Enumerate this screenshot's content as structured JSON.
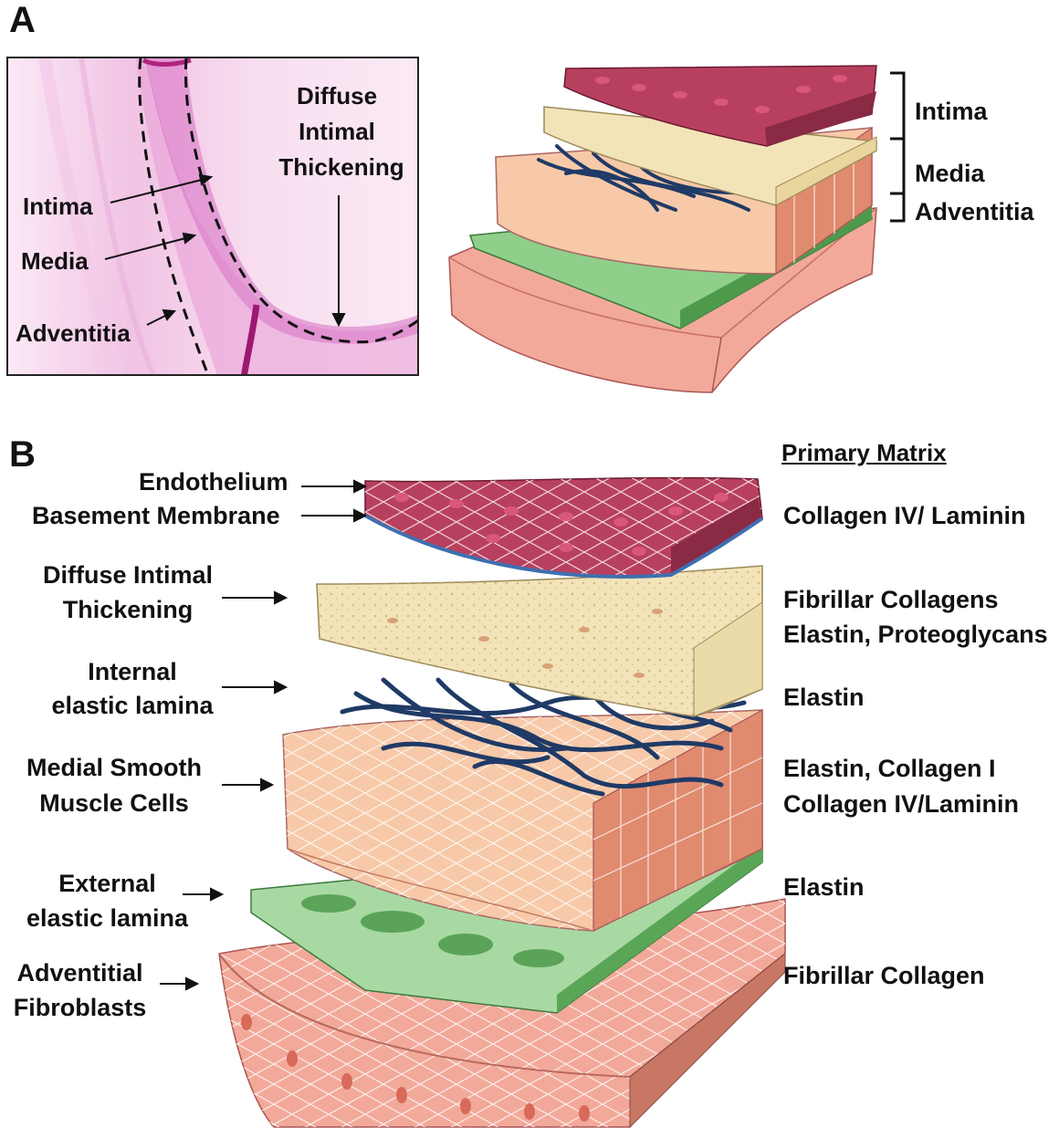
{
  "panel_a": {
    "letter": "A",
    "micrograph": {
      "label_diffuse_1": "Diffuse",
      "label_diffuse_2": "Intimal",
      "label_diffuse_3": "Thickening",
      "label_intima": "Intima",
      "label_media": "Media",
      "label_adventitia": "Adventitia"
    },
    "bracket_labels": {
      "intima": "Intima",
      "media": "Media",
      "adventitia": "Adventitia"
    }
  },
  "panel_b": {
    "letter": "B",
    "matrix_header": "Primary Matrix",
    "left_labels": {
      "endothelium": "Endothelium",
      "basement_membrane": "Basement Membrane",
      "dit_1": "Diffuse Intimal",
      "dit_2": "Thickening",
      "iel_1": "Internal",
      "iel_2": "elastic lamina",
      "smc_1": "Medial Smooth",
      "smc_2": "Muscle Cells",
      "eel_1": "External",
      "eel_2": "elastic lamina",
      "adv_1": "Adventitial",
      "adv_2": "Fibroblasts"
    },
    "matrix_labels": {
      "basement": "Collagen IV/ Laminin",
      "dit_1": "Fibrillar Collagens",
      "dit_2": "Elastin, Proteoglycans",
      "iel": "Elastin",
      "smc_1": "Elastin, Collagen I",
      "smc_2": "Collagen IV/Laminin",
      "eel": "Elastin",
      "adv": "Fibrillar Collagen"
    }
  },
  "colors": {
    "endothelium": "#b8405f",
    "basement_membrane": "#3f6fb0",
    "intimal_thickening": "#f2e2b8",
    "elastin_fibers": "#1f3a66",
    "smooth_muscle": "#f5c4a3",
    "external_lamina": "#6cb26a",
    "adventitia": "#ef9f8f",
    "histology_stain": "#d85fc0"
  }
}
